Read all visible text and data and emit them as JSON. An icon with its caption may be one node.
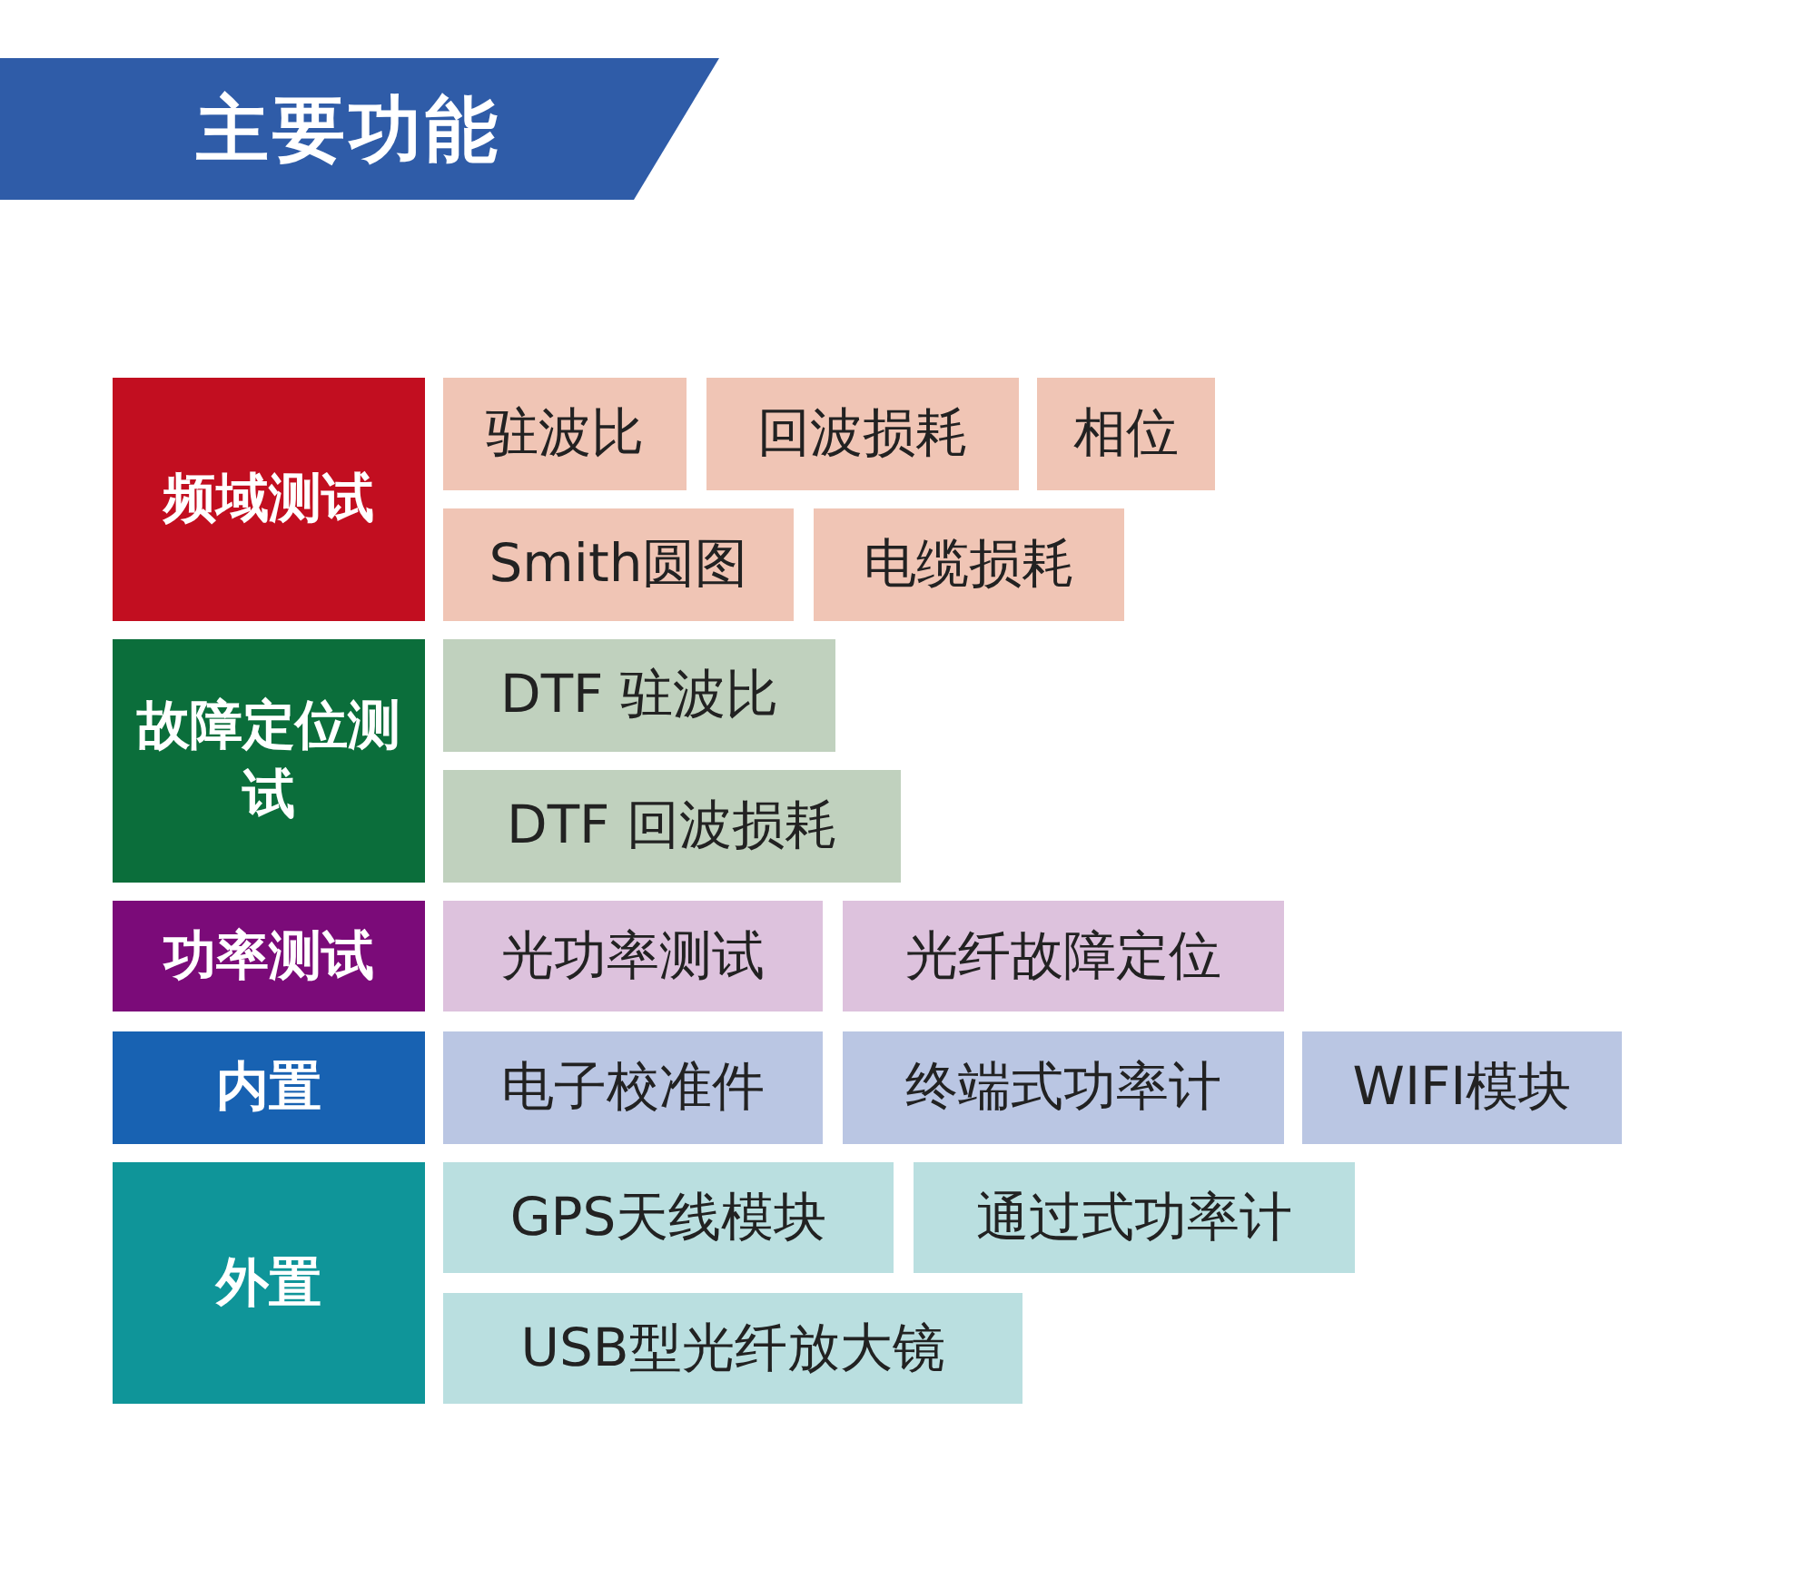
{
  "diagram": {
    "title": "主要功能",
    "nodes": [
      {
        "text": [
          "频域测试"
        ]
      },
      {
        "text": [
          "驻波比"
        ]
      },
      {
        "text": [
          "回波损耗"
        ]
      },
      {
        "text": [
          "相位"
        ]
      },
      {
        "text": [
          "Smith圆图"
        ]
      },
      {
        "text": [
          "电缆损耗"
        ]
      },
      {
        "text": [
          "故障定位测试"
        ]
      },
      {
        "text": [
          "DTF 驻波比"
        ]
      },
      {
        "text": [
          "DTF 回波损耗"
        ]
      },
      {
        "text": [
          "功率测试"
        ]
      },
      {
        "text": [
          "光功率测试"
        ]
      },
      {
        "text": [
          "光纤故障定位"
        ]
      },
      {
        "text": [
          "内置"
        ]
      },
      {
        "text": [
          "电子校准件"
        ]
      },
      {
        "text": [
          "终端式功率计"
        ]
      },
      {
        "text": [
          "WIFI模块"
        ]
      },
      {
        "text": [
          "外置"
        ]
      },
      {
        "text": [
          "GPS天线模块"
        ]
      },
      {
        "text": [
          "通过式功率计"
        ]
      },
      {
        "text": [
          "USB型光纤放大镜"
        ]
      }
    ]
  }
}
